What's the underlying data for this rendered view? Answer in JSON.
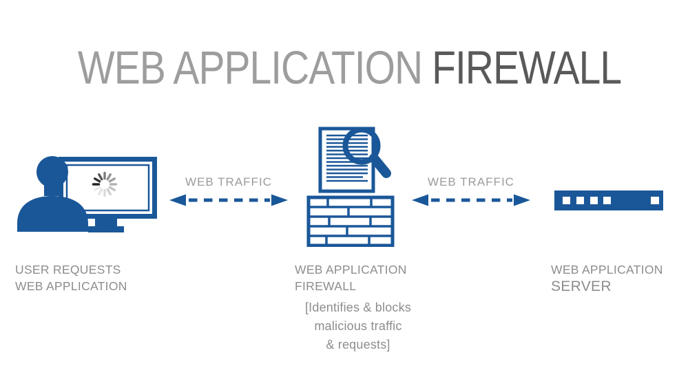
{
  "title": {
    "light": "WEB APPLICATION",
    "dark": "FIREWALL"
  },
  "arrows": {
    "left_label": "WEB TRAFFIC",
    "right_label": "WEB TRAFFIC"
  },
  "nodes": {
    "user": {
      "label_line1": "USER REQUESTS",
      "label_line2": "WEB APPLICATION"
    },
    "waf": {
      "label_line1": "WEB APPLICATION",
      "label_line2": "FIREWALL",
      "note": [
        "[Identifies & blocks",
        "malicious traffic",
        "& requests]"
      ]
    },
    "server": {
      "label_line1": "WEB APPLICATION",
      "label_line2": "SERVER"
    }
  },
  "icons": {
    "user": "user-at-monitor-icon",
    "spinner": "loading-spinner-icon",
    "document": "document-inspection-icon",
    "magnifier": "magnifier-icon",
    "wall": "brick-wall-firewall-icon",
    "server": "server-rack-icon",
    "arrow": "dashed-double-arrow-icon"
  },
  "colors": {
    "blue": "#1A5799",
    "title_light": "#9D9D9D",
    "title_dark": "#595959",
    "label_gray": "#8D8D8D",
    "arrow_label_gray": "#9B9B9B",
    "spinner_dark": "#222222"
  }
}
